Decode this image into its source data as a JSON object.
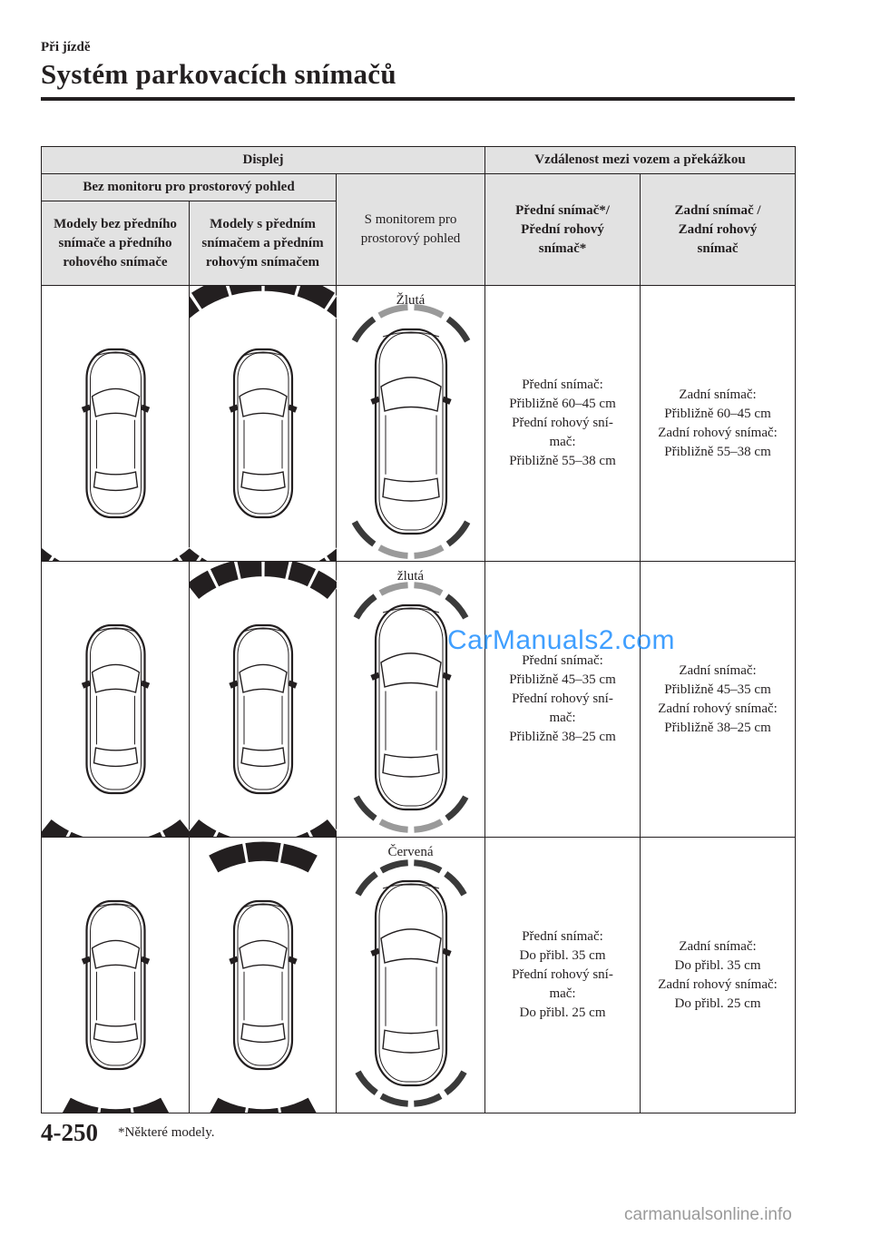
{
  "header": {
    "section": "Při jízdě",
    "title": "Systém parkovacích snímačů"
  },
  "table": {
    "col_display": "Displej",
    "col_distance": "Vzdálenost mezi vozem a překážkou",
    "col_no_monitor": "Bez monitoru pro prostorový pohled",
    "col_with_monitor": "S monitorem pro prostorový pohled",
    "col_models_without": "Modely bez předního snímače a předního rohového snímače",
    "col_models_with": "Modely s předním snímačem a předním rohovým snímačem",
    "col_front_sensor": "Přední snímač*/ Přední rohový snímač*",
    "col_rear_sensor": "Zadní snímač / Zadní rohový snímač",
    "rows": [
      {
        "color": "Žlutá",
        "front": [
          "Přední snímač:",
          "Přibližně 60–45 cm",
          "Přední rohový sní-",
          "mač:",
          "Přibližně 55–38 cm"
        ],
        "rear": [
          "Zadní snímač:",
          "Přibližně 60–45 cm",
          "Zadní rohový snímač:",
          "Přibližně 55–38 cm"
        ]
      },
      {
        "color": "žlutá",
        "front": [
          "Přední snímač:",
          "Přibližně 45–35 cm",
          "Přední rohový sní-",
          "mač:",
          "Přibližně 38–25 cm"
        ],
        "rear": [
          "Zadní snímač:",
          "Přibližně 45–35 cm",
          "Zadní rohový snímač:",
          "Přibližně 38–25 cm"
        ]
      },
      {
        "color": "Červená",
        "front": [
          "Přední snímač:",
          "Do přibl. 35 cm",
          "Přední rohový sní-",
          "mač:",
          "Do přibl. 25 cm"
        ],
        "rear": [
          "Zadní snímač:",
          "Do přibl. 35 cm",
          "Zadní rohový snímač:",
          "Do přibl. 25 cm"
        ]
      }
    ]
  },
  "watermark": "CarManuals2.com",
  "footer": {
    "page_number": "4-250",
    "footnote": "*Některé modely.",
    "site": "carmanualsonline.info"
  },
  "colors": {
    "ink": "#231f20",
    "header_fill": "#e2e2e2",
    "segment": "#231f20",
    "watermark": "#1f8fff"
  },
  "icons": [
    "car-top-view-icon",
    "parking-sensor-arc-icon"
  ]
}
